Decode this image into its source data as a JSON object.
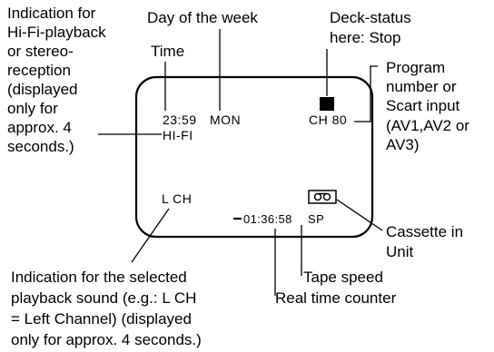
{
  "labels": {
    "hifi_indication": [
      "Indication for",
      "Hi-Fi-playback",
      "or stereo-",
      "reception",
      "(displayed",
      "only for",
      "approx. 4",
      "seconds.)"
    ],
    "day_of_week": "Day of the week",
    "time": "Time",
    "deck_status": [
      "Deck-status",
      "here: Stop"
    ],
    "program_number": [
      "Program",
      "number or",
      "Scart input",
      "(AV1,AV2 or",
      "AV3)"
    ],
    "cassette_in_unit": [
      "Cassette in",
      "Unit"
    ],
    "tape_speed": "Tape speed",
    "real_time_counter": "Real time counter",
    "playback_sound": [
      "Indication for the selected",
      "playback sound (e.g.: L CH",
      "= Left Channel) (displayed",
      "only for approx. 4 seconds.)"
    ]
  },
  "screen": {
    "time": "23:59",
    "day": "MON",
    "channel": "CH 80",
    "hifi": "HI-FI",
    "audio_channel": "L CH",
    "counter": "01:36:58",
    "tape_speed": "SP"
  },
  "icons": {
    "deck_status": "stop-square-icon",
    "cassette": "cassette-icon"
  }
}
